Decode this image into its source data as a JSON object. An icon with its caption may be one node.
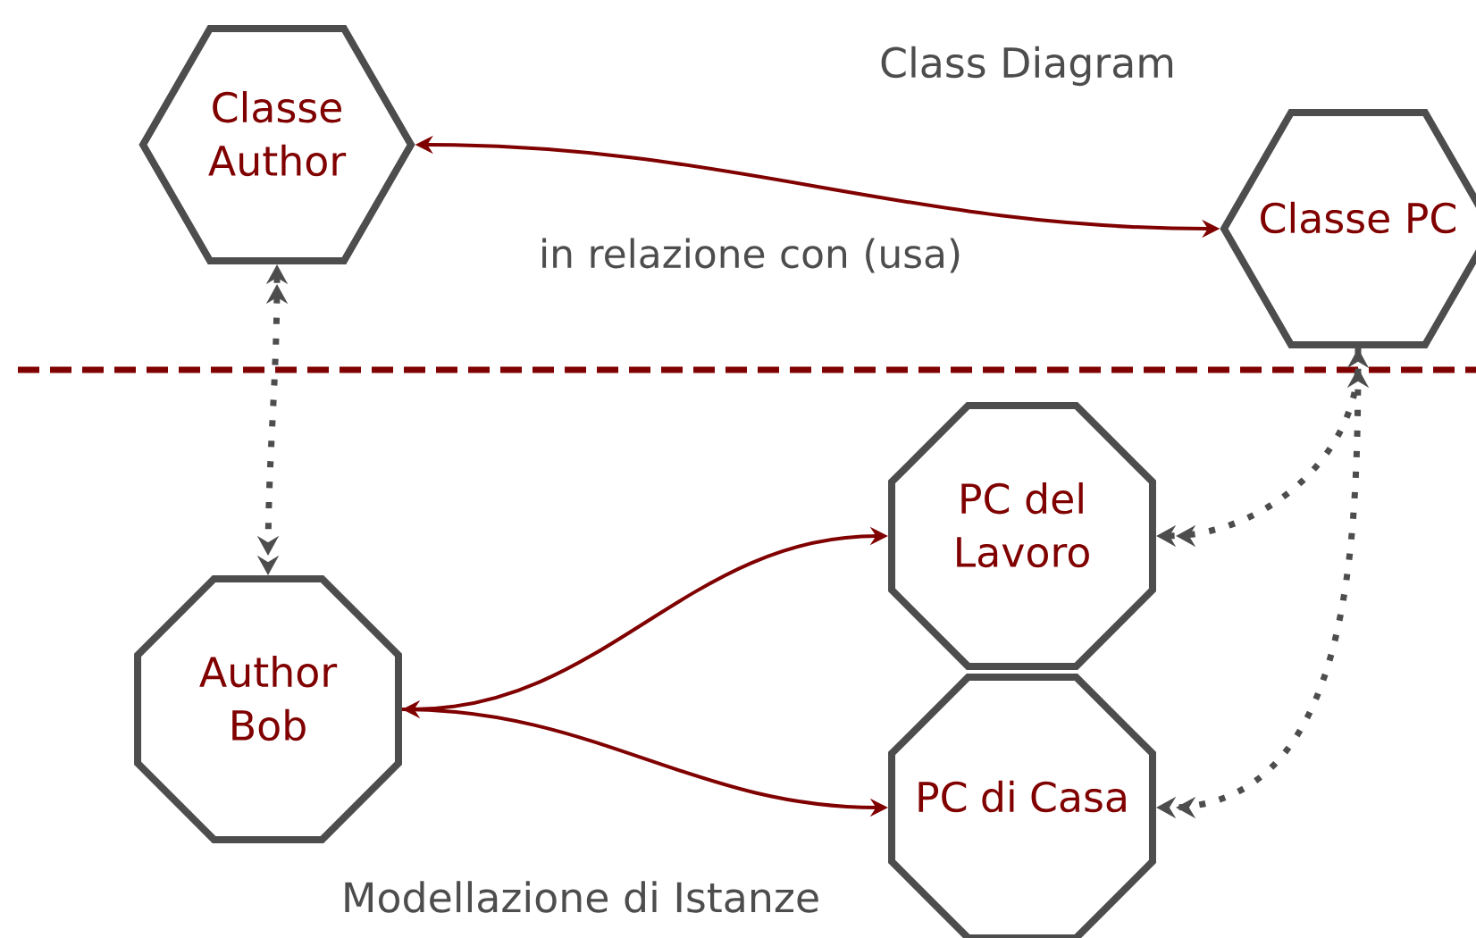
{
  "diagram": {
    "nodes": [
      {
        "text": [
          "Classe Author"
        ]
      },
      {
        "text": [
          "Classe PC"
        ]
      },
      {
        "text": [
          "Author Bob"
        ]
      },
      {
        "text": [
          "PC del Lavoro"
        ]
      },
      {
        "text": [
          "PC di Casa"
        ]
      }
    ],
    "edges": [
      {
        "from": 0,
        "to": 1,
        "arrow": "both",
        "label": "in relazione con (usa)",
        "color": "#800000"
      },
      {
        "from": 0,
        "to": 2,
        "arrow": "both",
        "style": "dashed",
        "color": "#4d4d4d"
      },
      {
        "from": 2,
        "to": 3,
        "arrow": "both",
        "color": "#800000"
      },
      {
        "from": 2,
        "to": 4,
        "arrow": "to",
        "color": "#800000"
      },
      {
        "from": 3,
        "to": 1,
        "arrow": "both",
        "style": "dashed",
        "color": "#4d4d4d"
      },
      {
        "from": 1,
        "to": 4,
        "arrow": "to",
        "style": "dashed",
        "color": "#4d4d4d"
      }
    ],
    "labels": [
      "Class Diagram",
      "Modellazione di Istanze"
    ]
  }
}
